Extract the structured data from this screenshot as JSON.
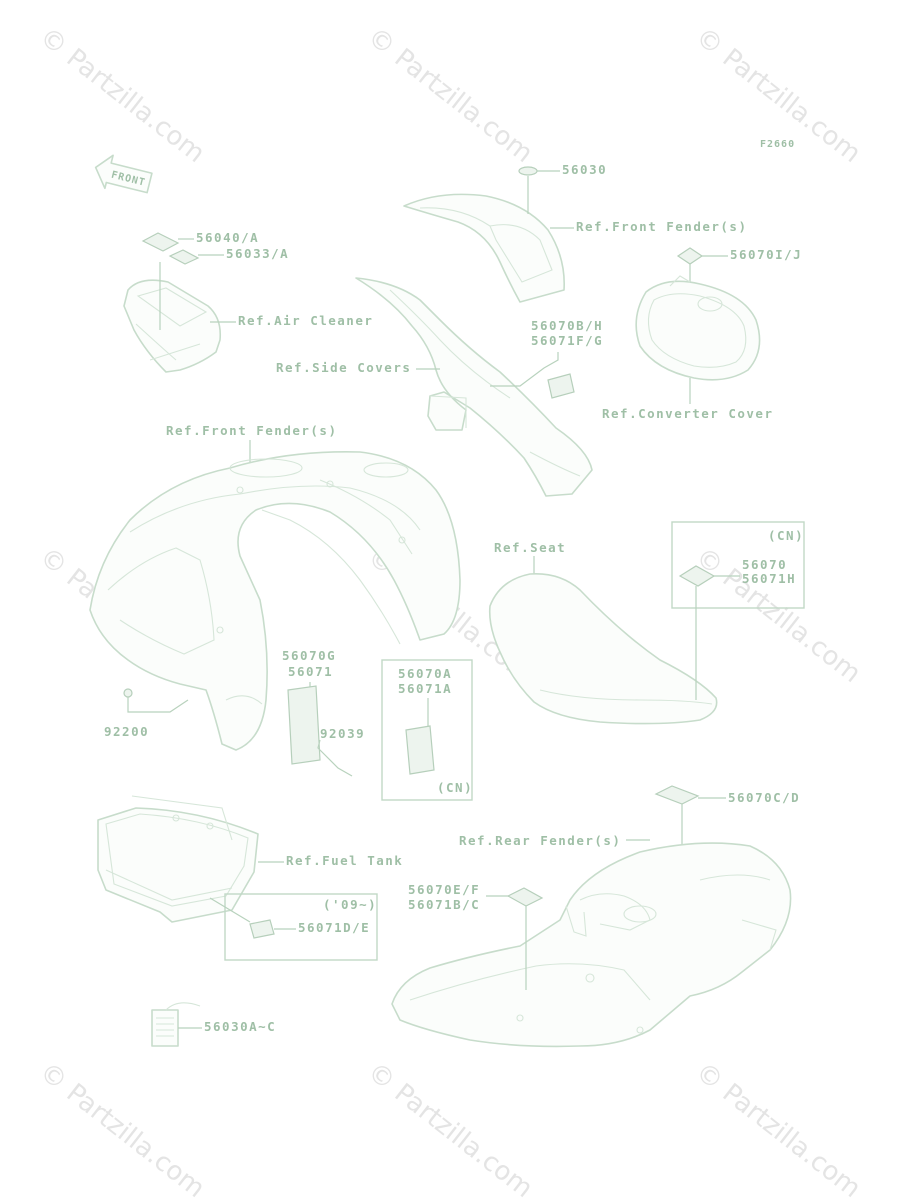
{
  "figure_code": "F2660",
  "watermark": "© Partzilla.com",
  "front_arrow": "FRONT",
  "labels": {
    "l56030": "56030",
    "front_fender_top": "Ref.Front Fender(s)",
    "l56040": "56040/A",
    "l56033": "56033/A",
    "air_cleaner": "Ref.Air Cleaner",
    "l56070ij": "56070I/J",
    "side_covers": "Ref.Side Covers",
    "l56070bh": "56070B/H",
    "l56071fg": "56071F/G",
    "converter_cover": "Ref.Converter Cover",
    "front_fender_main": "Ref.Front Fender(s)",
    "seat": "Ref.Seat",
    "cn_top": "(CN)",
    "l56070": "56070",
    "l56071h": "56071H",
    "l56070g": "56070G",
    "l56071": "56071",
    "l56070a": "56070A",
    "l56071a": "56071A",
    "cn_mid": "(CN)",
    "l92200": "92200",
    "l92039": "92039",
    "l56070cd": "56070C/D",
    "rear_fender": "Ref.Rear Fender(s)",
    "fuel_tank": "Ref.Fuel Tank",
    "year_09": "('09~)",
    "l56071de": "56071D/E",
    "l56070ef": "56070E/F",
    "l56071bc": "56071B/C",
    "l56030ac": "56030A~C"
  }
}
